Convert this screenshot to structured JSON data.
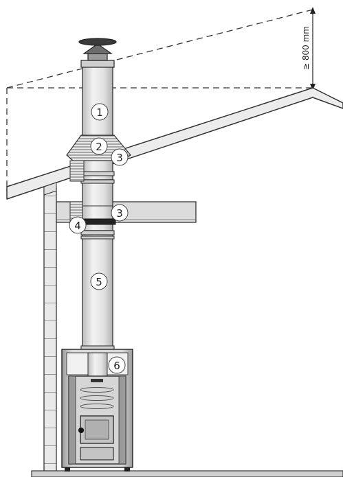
{
  "dimension": {
    "label": "≥ 800 mm"
  },
  "callouts": [
    {
      "id": "1",
      "label": "1"
    },
    {
      "id": "2",
      "label": "2"
    },
    {
      "id": "3a",
      "label": "3"
    },
    {
      "id": "3b",
      "label": "3"
    },
    {
      "id": "4",
      "label": "4"
    },
    {
      "id": "5",
      "label": "5"
    },
    {
      "id": "6",
      "label": "6"
    }
  ],
  "colors": {
    "line": "#333333",
    "pipe": "#e4e4e4",
    "pipe_shade": "#bdbdbd",
    "beam": "#dcdcdc",
    "stove_body": "#d6d6d6",
    "stove_dark": "#8a8a8a",
    "floor": "#cfcfcf",
    "callout_fill": "#ffffff"
  }
}
